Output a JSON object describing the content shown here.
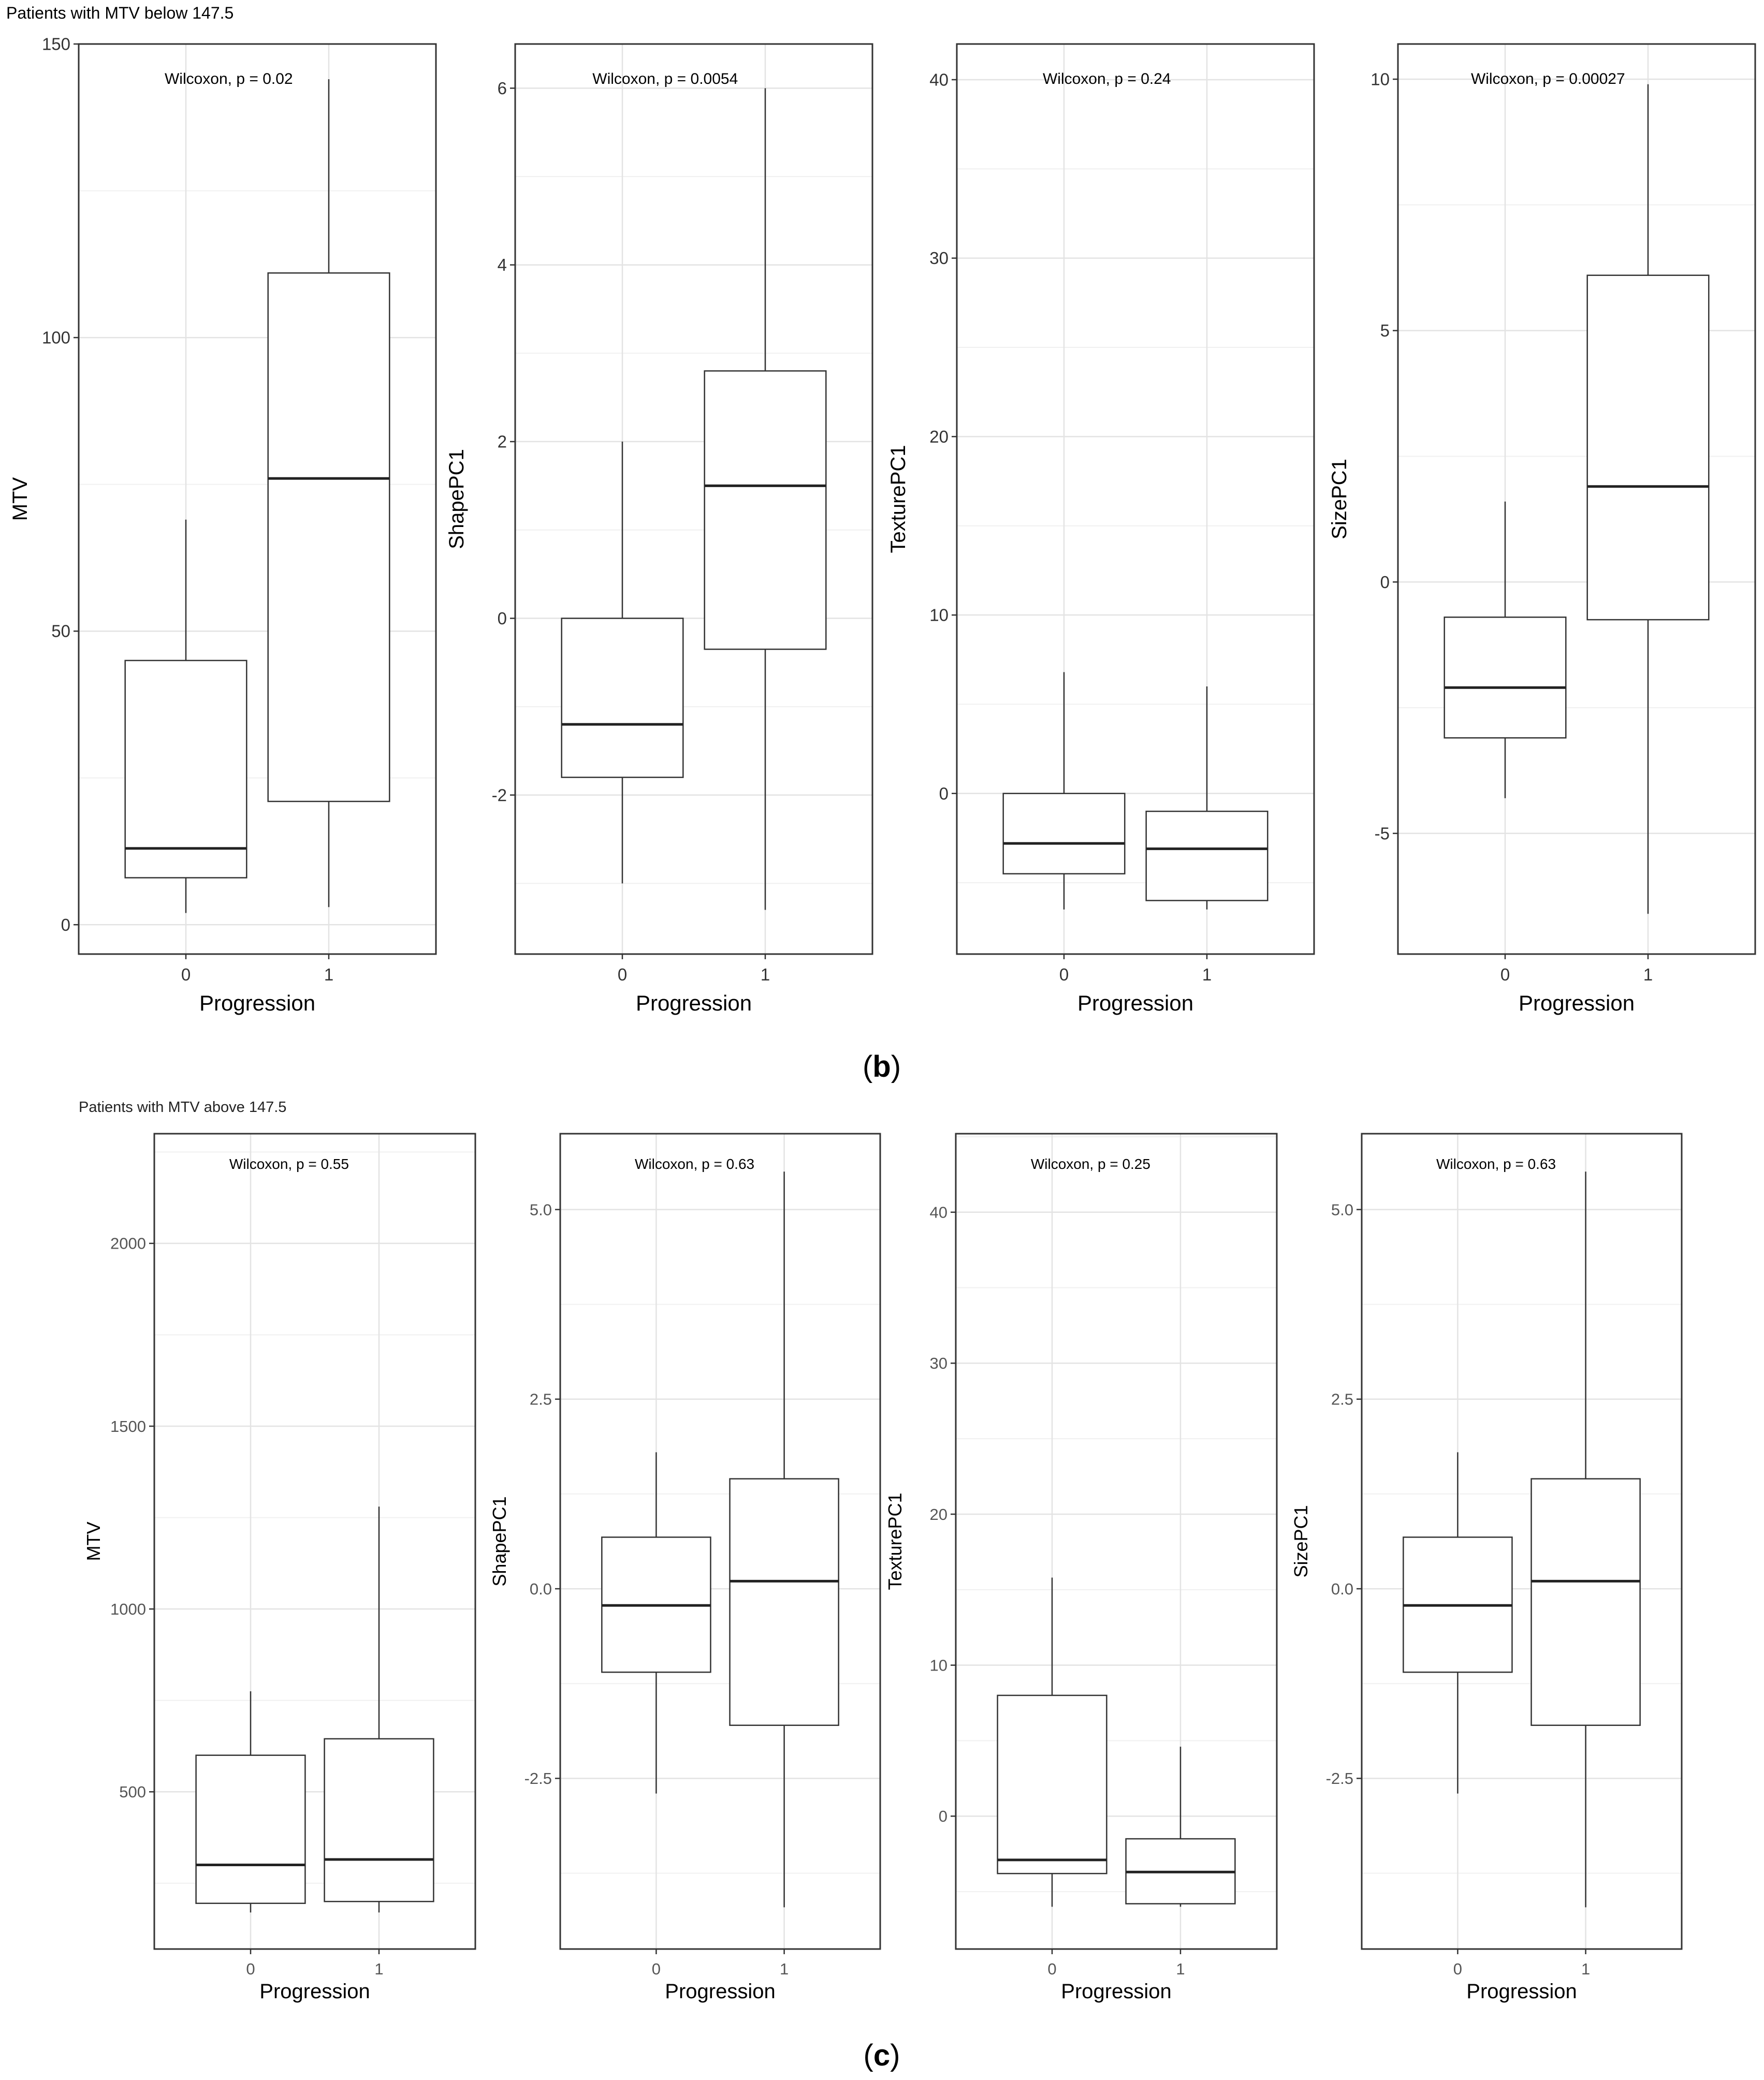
{
  "rows": [
    {
      "header": "Patients with MTV below 147.5",
      "label": "(b)",
      "label_letter": "b"
    },
    {
      "header": "Patients with MTV above 147.5",
      "label": "(c)",
      "label_letter": "c"
    }
  ],
  "chart_data": [
    {
      "type": "boxplot",
      "title": "",
      "row": "b",
      "xlabel": "Progression",
      "ylabel": "MTV",
      "categories": [
        "0",
        "1"
      ],
      "ylim": [
        -5,
        150
      ],
      "yticks": [
        0,
        50,
        100,
        150
      ],
      "annotation": "Wilcoxon, p = 0.02",
      "boxes": [
        {
          "category": "0",
          "min": 2,
          "q1": 8,
          "median": 13,
          "q3": 45,
          "max": 69
        },
        {
          "category": "1",
          "min": 3,
          "q1": 21,
          "median": 76,
          "q3": 111,
          "max": 144
        }
      ]
    },
    {
      "type": "boxplot",
      "title": "",
      "row": "b",
      "xlabel": "Progression",
      "ylabel": "ShapePC1",
      "categories": [
        "0",
        "1"
      ],
      "ylim": [
        -3.8,
        6.5
      ],
      "yticks": [
        -2,
        0,
        2,
        4,
        6
      ],
      "annotation": "Wilcoxon, p = 0.0054",
      "boxes": [
        {
          "category": "0",
          "min": -3.0,
          "q1": -1.8,
          "median": -1.2,
          "q3": 0.0,
          "max": 2.0
        },
        {
          "category": "1",
          "min": -3.3,
          "q1": -0.35,
          "median": 1.5,
          "q3": 2.8,
          "max": 6.0
        }
      ]
    },
    {
      "type": "boxplot",
      "title": "",
      "row": "b",
      "xlabel": "Progression",
      "ylabel": "TexturePC1",
      "categories": [
        "0",
        "1"
      ],
      "ylim": [
        -9,
        42
      ],
      "yticks": [
        0,
        10,
        20,
        30,
        40
      ],
      "annotation": "Wilcoxon, p = 0.24",
      "boxes": [
        {
          "category": "0",
          "min": -6.5,
          "q1": -4.5,
          "median": -2.8,
          "q3": 0.0,
          "max": 6.8
        },
        {
          "category": "1",
          "min": -6.5,
          "q1": -6.0,
          "median": -3.1,
          "q3": -1.0,
          "max": 6.0
        }
      ]
    },
    {
      "type": "boxplot",
      "title": "",
      "row": "b",
      "xlabel": "Progression",
      "ylabel": "SizePC1",
      "categories": [
        "0",
        "1"
      ],
      "ylim": [
        -7.4,
        10.7
      ],
      "yticks": [
        -5,
        0,
        5,
        10
      ],
      "annotation": "Wilcoxon, p = 0.00027",
      "boxes": [
        {
          "category": "0",
          "min": -4.3,
          "q1": -3.1,
          "median": -2.1,
          "q3": -0.7,
          "max": 1.6
        },
        {
          "category": "1",
          "min": -6.6,
          "q1": -0.75,
          "median": 1.9,
          "q3": 6.1,
          "max": 9.9
        }
      ]
    },
    {
      "type": "boxplot",
      "title": "",
      "row": "c",
      "xlabel": "Progression",
      "ylabel": "MTV",
      "categories": [
        "0",
        "1"
      ],
      "ylim": [
        70,
        2300
      ],
      "yticks": [
        500,
        1000,
        1500,
        2000
      ],
      "ytick_labels": [
        "500",
        "1000",
        "1500",
        "2000"
      ],
      "annotation": "Wilcoxon, p = 0.55",
      "boxes": [
        {
          "category": "0",
          "min": 170,
          "q1": 195,
          "median": 300,
          "q3": 600,
          "max": 775
        },
        {
          "category": "1",
          "min": 170,
          "q1": 200,
          "median": 315,
          "q3": 645,
          "max": 1280
        }
      ]
    },
    {
      "type": "boxplot",
      "title": "",
      "row": "c",
      "xlabel": "Progression",
      "ylabel": "ShapePC1",
      "categories": [
        "0",
        "1"
      ],
      "ylim": [
        -4.75,
        6.0
      ],
      "yticks": [
        -2.5,
        0,
        2.5,
        5
      ],
      "ytick_labels": [
        "-2.5",
        "0.0",
        "2.5",
        "5.0"
      ],
      "annotation": "Wilcoxon, p = 0.63",
      "boxes": [
        {
          "category": "0",
          "min": -2.7,
          "q1": -1.1,
          "median": -0.22,
          "q3": 0.68,
          "max": 1.8
        },
        {
          "category": "1",
          "min": -4.2,
          "q1": -1.8,
          "median": 0.1,
          "q3": 1.45,
          "max": 5.5
        }
      ]
    },
    {
      "type": "boxplot",
      "title": "",
      "row": "c",
      "xlabel": "Progression",
      "ylabel": "TexturePC1",
      "categories": [
        "0",
        "1"
      ],
      "ylim": [
        -8.8,
        45.2
      ],
      "yticks": [
        0,
        10,
        20,
        30,
        40
      ],
      "annotation": "Wilcoxon, p = 0.25",
      "boxes": [
        {
          "category": "0",
          "min": -6.0,
          "q1": -3.8,
          "median": -2.9,
          "q3": 8.0,
          "max": 15.8
        },
        {
          "category": "1",
          "min": -6.0,
          "q1": -5.8,
          "median": -3.7,
          "q3": -1.5,
          "max": 4.6
        }
      ]
    },
    {
      "type": "boxplot",
      "title": "",
      "row": "c",
      "xlabel": "Progression",
      "ylabel": "SizePC1",
      "categories": [
        "0",
        "1"
      ],
      "ylim": [
        -4.75,
        6.0
      ],
      "yticks": [
        -2.5,
        0,
        2.5,
        5
      ],
      "ytick_labels": [
        "-2.5",
        "0.0",
        "2.5",
        "5.0"
      ],
      "annotation": "Wilcoxon, p = 0.63",
      "boxes": [
        {
          "category": "0",
          "min": -2.7,
          "q1": -1.1,
          "median": -0.22,
          "q3": 0.68,
          "max": 1.8
        },
        {
          "category": "1",
          "min": -4.2,
          "q1": -1.8,
          "median": 0.1,
          "q3": 1.45,
          "max": 5.5
        }
      ]
    }
  ]
}
